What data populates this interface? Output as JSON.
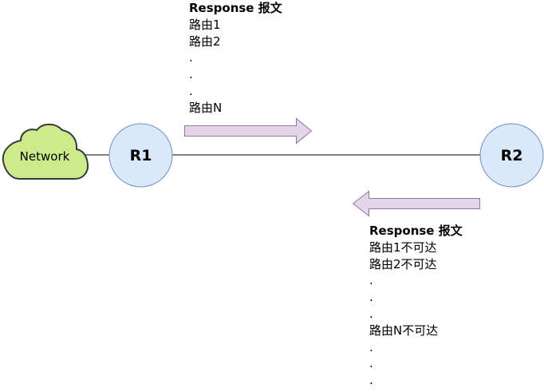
{
  "network": {
    "label": "Network"
  },
  "routers": {
    "r1": {
      "label": "R1"
    },
    "r2": {
      "label": "R2"
    }
  },
  "messages": {
    "to_r2": {
      "title": "Response 报文",
      "lines": [
        "路由1",
        "路由2",
        ".",
        ".",
        ".",
        "路由N"
      ]
    },
    "to_r1": {
      "title": "Response 报文",
      "lines": [
        "路由1不可达",
        "路由2不可达",
        ".",
        ".",
        ".",
        "路由N不可达",
        ".",
        ".",
        "."
      ]
    }
  },
  "colors": {
    "router_fill": "#dae8fc",
    "router_stroke": "#6c8ebf",
    "cloud_fill": "#cdeb8b",
    "cloud_stroke": "#36393d",
    "arrow_fill": "#e1d5e7",
    "arrow_stroke": "#9673a6",
    "link": "#000000"
  }
}
